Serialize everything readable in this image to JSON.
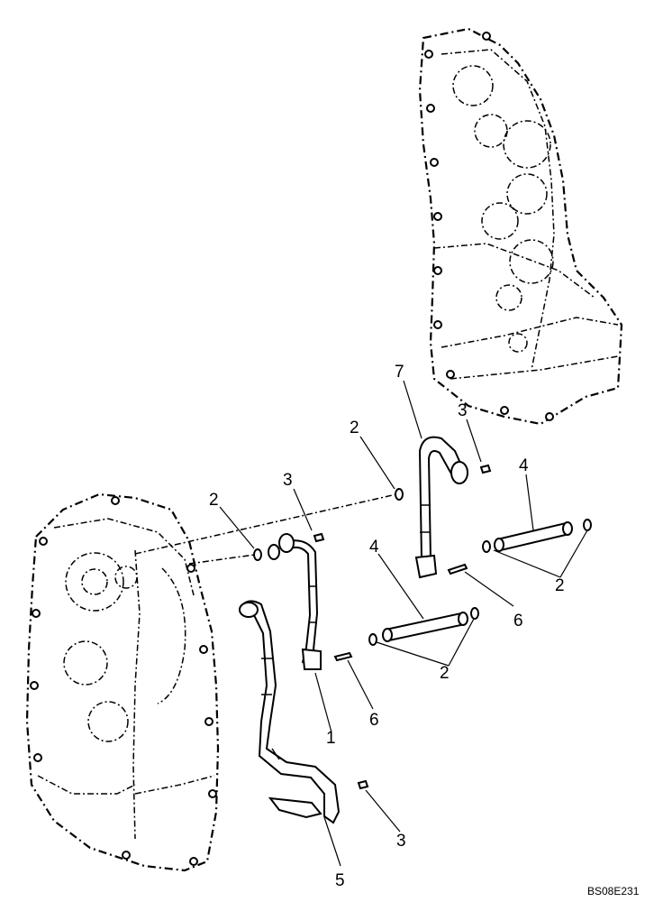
{
  "diagram": {
    "callouts": [
      {
        "id": "c-2a",
        "label": "2"
      },
      {
        "id": "c-3a",
        "label": "3"
      },
      {
        "id": "c-2b",
        "label": "2"
      },
      {
        "id": "c-7",
        "label": "7"
      },
      {
        "id": "c-3b",
        "label": "3"
      },
      {
        "id": "c-4a",
        "label": "4"
      },
      {
        "id": "c-2c",
        "label": "2"
      },
      {
        "id": "c-4b",
        "label": "4"
      },
      {
        "id": "c-6a",
        "label": "6"
      },
      {
        "id": "c-2d",
        "label": "2"
      },
      {
        "id": "c-6b",
        "label": "6"
      },
      {
        "id": "c-1",
        "label": "1"
      },
      {
        "id": "c-3c",
        "label": "3"
      },
      {
        "id": "c-5",
        "label": "5"
      }
    ],
    "reference_code": "BS08E231"
  }
}
